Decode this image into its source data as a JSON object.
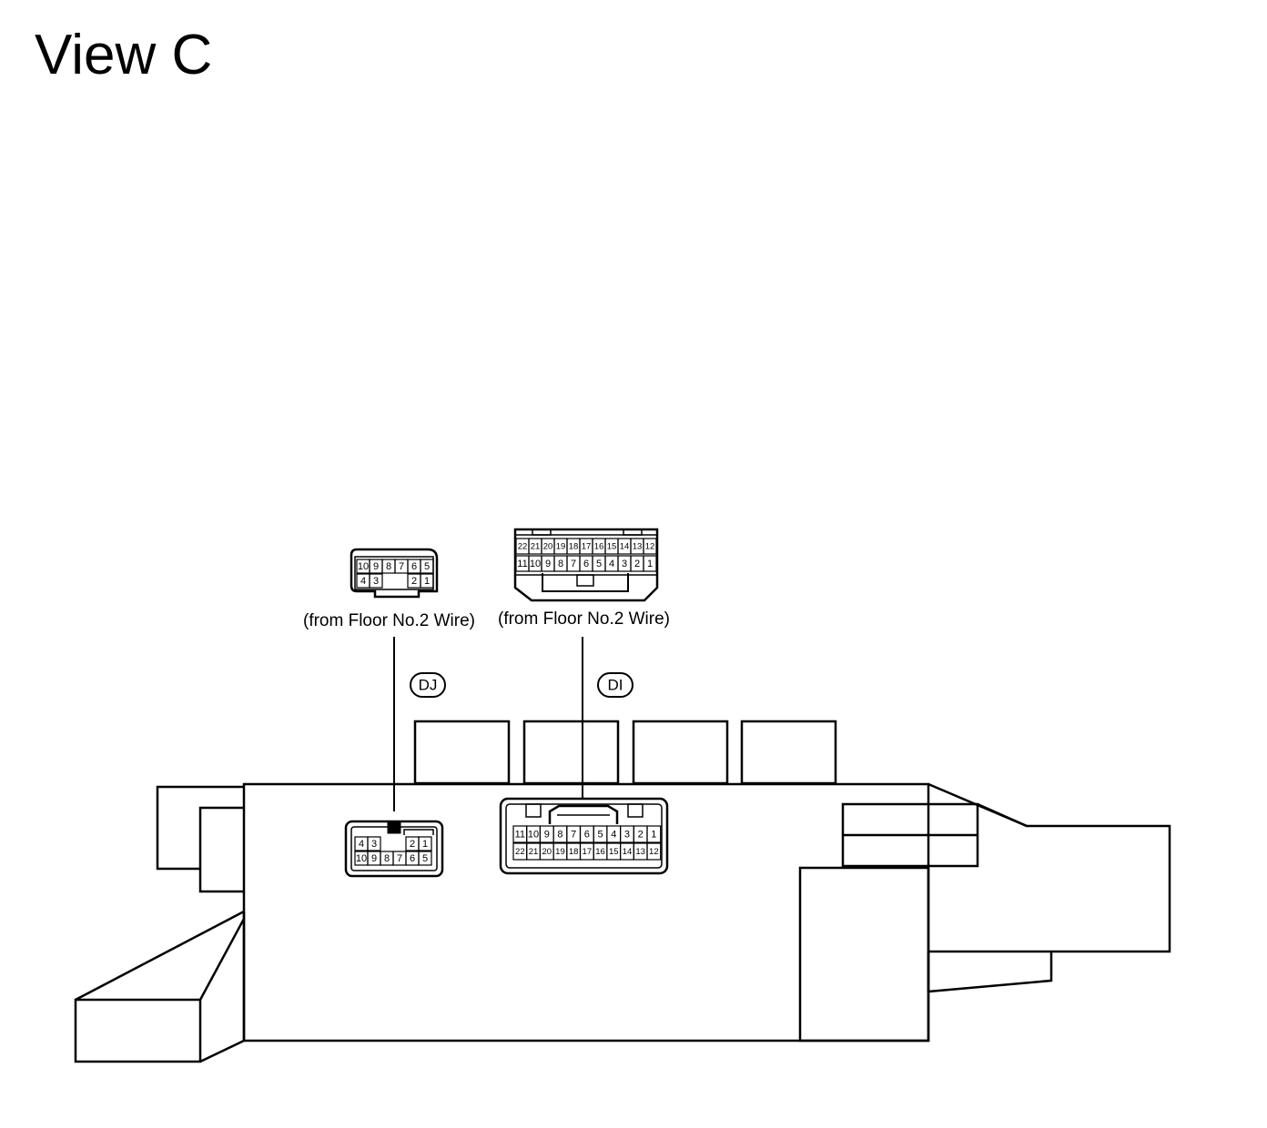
{
  "title": "View C",
  "connectors": {
    "dj": {
      "label": "DJ",
      "caption": "(from Floor No.2 Wire)",
      "front_row1": [
        "10",
        "9",
        "8",
        "7",
        "6",
        "5"
      ],
      "front_row2": [
        "4",
        "3",
        "2",
        "1"
      ],
      "rear_row1": [
        "4",
        "3",
        "2",
        "1"
      ],
      "rear_row2": [
        "10",
        "9",
        "8",
        "7",
        "6",
        "5"
      ]
    },
    "di": {
      "label": "DI",
      "caption": "(from Floor No.2 Wire)",
      "front_row1": [
        "22",
        "21",
        "20",
        "19",
        "18",
        "17",
        "16",
        "15",
        "14",
        "13",
        "12"
      ],
      "front_row2": [
        "11",
        "10",
        "9",
        "8",
        "7",
        "6",
        "5",
        "4",
        "3",
        "2",
        "1"
      ],
      "rear_row1": [
        "11",
        "10",
        "9",
        "8",
        "7",
        "6",
        "5",
        "4",
        "3",
        "2",
        "1"
      ],
      "rear_row2": [
        "22",
        "21",
        "20",
        "19",
        "18",
        "17",
        "16",
        "15",
        "14",
        "13",
        "12"
      ]
    }
  }
}
